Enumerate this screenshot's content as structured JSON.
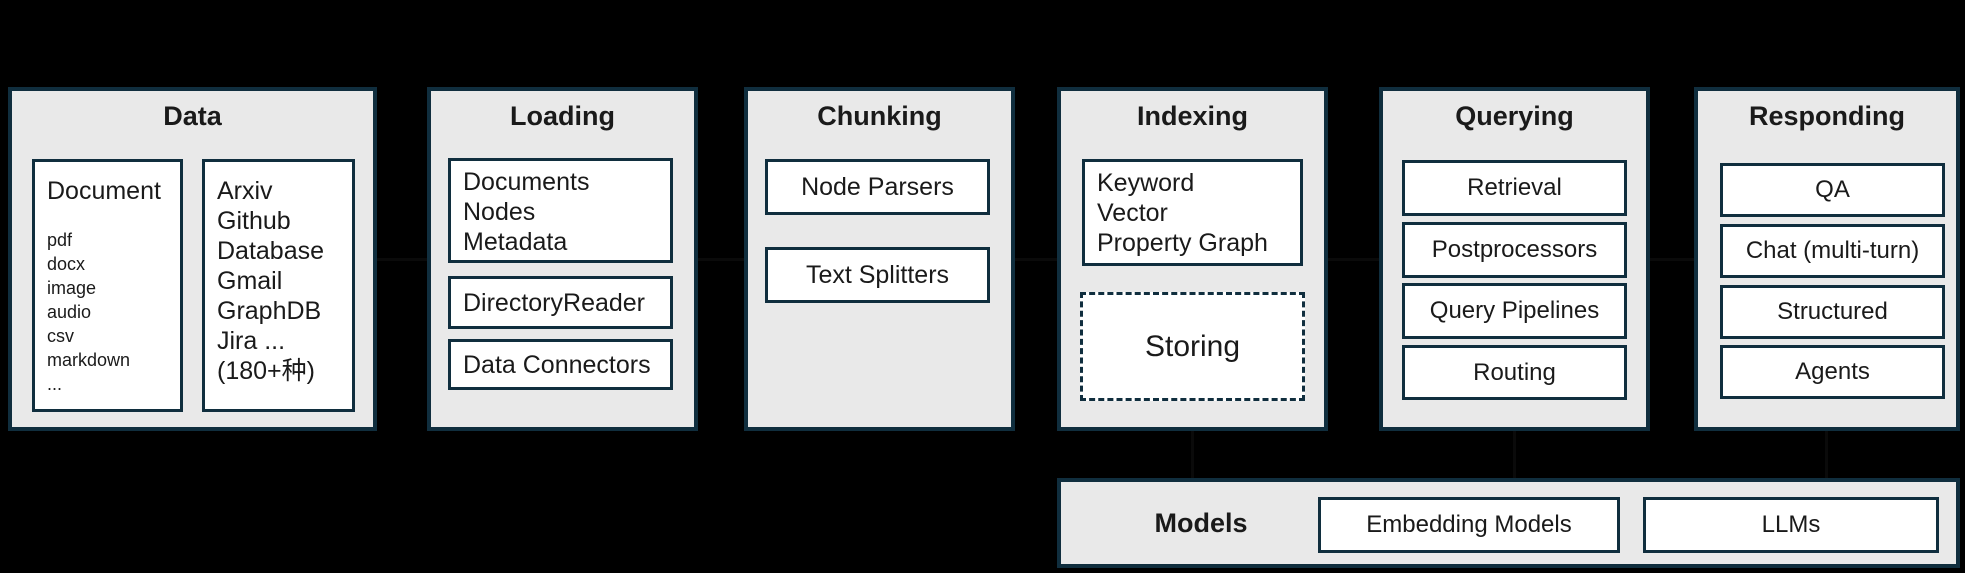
{
  "colors": {
    "background": "#000000",
    "panel_fill": "#e9e9e9",
    "border": "#102e3e",
    "box_fill": "#ffffff",
    "text": "#1a1a1a"
  },
  "stages": {
    "data": {
      "title": "Data",
      "document": {
        "heading": "Document",
        "formats": [
          "pdf",
          "docx",
          "image",
          "audio",
          "csv",
          "markdown",
          "..."
        ]
      },
      "sources": [
        "Arxiv",
        "Github",
        "Database",
        "Gmail",
        "GraphDB",
        "Jira ...",
        "(180+种)"
      ]
    },
    "loading": {
      "title": "Loading",
      "artifacts": [
        "Documents",
        "Nodes",
        "Metadata"
      ],
      "reader": "DirectoryReader",
      "connectors": "Data Connectors"
    },
    "chunking": {
      "title": "Chunking",
      "node_parsers": "Node Parsers",
      "text_splitters": "Text Splitters"
    },
    "indexing": {
      "title": "Indexing",
      "index_types": [
        "Keyword",
        "Vector",
        "Property Graph"
      ],
      "storing": "Storing"
    },
    "querying": {
      "title": "Querying",
      "items": [
        "Retrieval",
        "Postprocessors",
        "Query Pipelines",
        "Routing"
      ]
    },
    "responding": {
      "title": "Responding",
      "items": [
        "QA",
        "Chat (multi-turn)",
        "Structured",
        "Agents"
      ]
    }
  },
  "models": {
    "title": "Models",
    "embedding_label": "Embedding Models",
    "llms_label": "LLMs"
  }
}
